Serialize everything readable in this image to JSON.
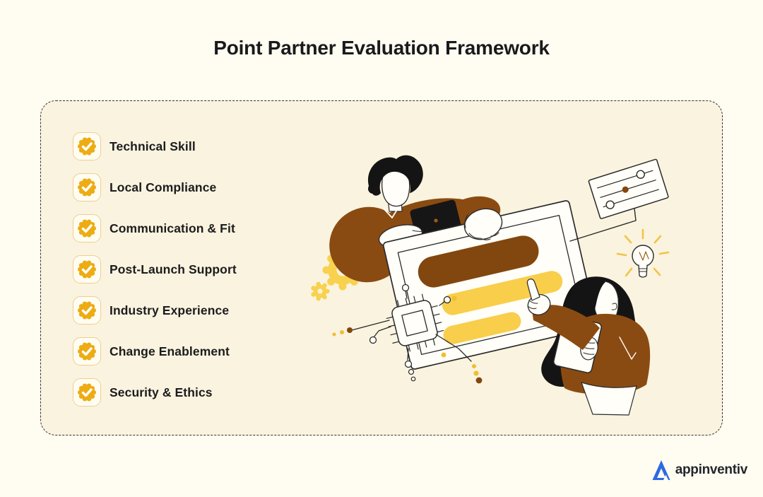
{
  "title": "Point Partner Evaluation Framework",
  "criteria": [
    "Technical Skill",
    "Local Compliance",
    "Communication & Fit",
    "Post-Launch Support",
    "Industry Experience",
    "Change Enablement",
    "Security & Ethics"
  ],
  "footer": {
    "brand": "appinventiv"
  },
  "colors": {
    "page_background": "#FFFCF1",
    "panel_background": "#FAF3DF",
    "outline_dark": "#2B2B2B",
    "seal_gold": "#EDAC14",
    "badge_border": "#F1CE8B",
    "accent_yellow": "#F8CE4B",
    "accent_brown": "#8A4B12",
    "deep_brown": "#82470E",
    "brand_blue": "#2B6BE2"
  },
  "illustration": {
    "elements": [
      "man-with-laptop",
      "evaluation-card",
      "woman-with-tablet",
      "slider-panel",
      "lightbulb",
      "gears",
      "cpu-chip",
      "connector-dots"
    ]
  }
}
